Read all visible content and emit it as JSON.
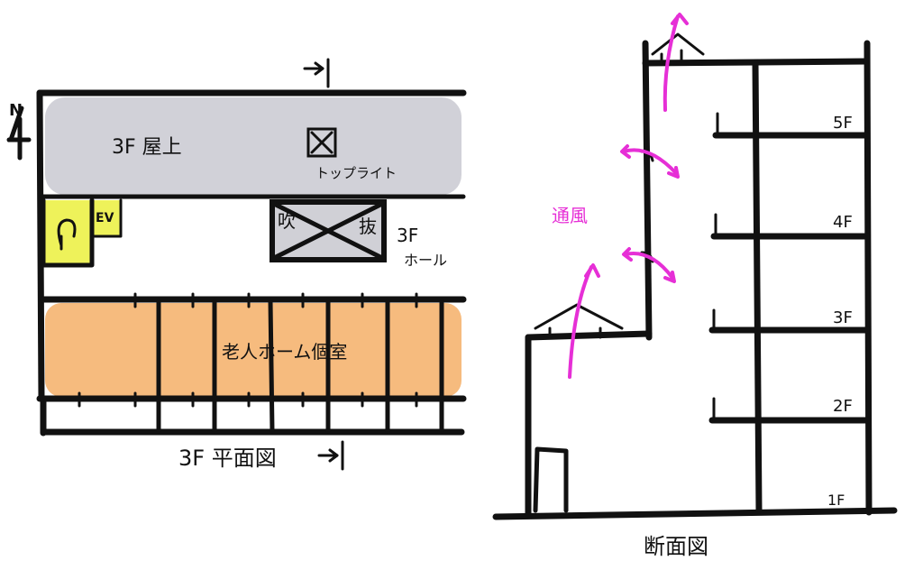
{
  "plan": {
    "north_letter": "N",
    "north_arrow_icon": "north-arrow-icon",
    "roof_label": "3F 屋上",
    "toplight_label": "トップライト",
    "ev_label": "EV",
    "void_left": "吹",
    "void_right": "抜",
    "hall_floor": "3F",
    "hall_label": "ホール",
    "rooms_label": "老人ホーム個室",
    "title": "3F 平面図",
    "colors": {
      "roof": "#cfcfd6",
      "rooms": "#f6b777",
      "stair": "#eef25a"
    }
  },
  "section": {
    "ventilation_label": "通風",
    "floors": [
      "5F",
      "4F",
      "3F",
      "2F",
      "1F"
    ],
    "title": "断面図",
    "colors": {
      "ventilation": "#e62fd6"
    }
  }
}
